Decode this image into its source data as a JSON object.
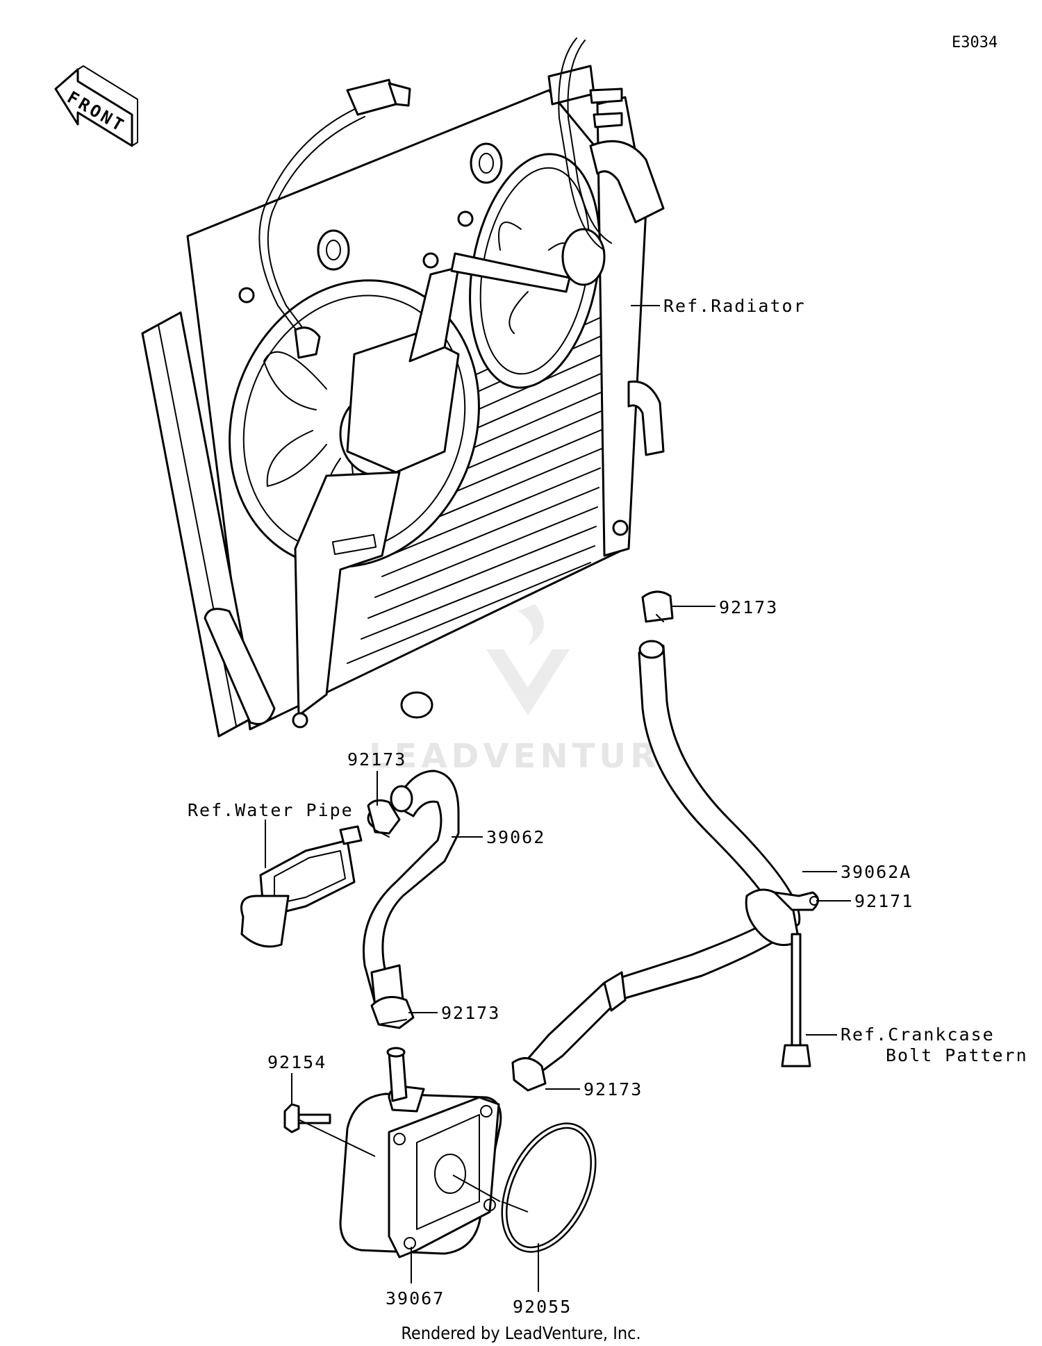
{
  "diagram_code": "E3034",
  "front_label": "FRONT",
  "footer": "Rendered by LeadVenture, Inc.",
  "watermark": "LEADVENTURE",
  "callouts": {
    "ref_radiator": "Ref.Radiator",
    "p92173_top": "92173",
    "p92173_left": "92173",
    "ref_water_pipe": "Ref.Water Pipe",
    "p39062": "39062",
    "p39062A": "39062A",
    "p92171": "92171",
    "p92173_mid": "92173",
    "ref_crankcase_line1": "Ref.Crankcase",
    "ref_crankcase_line2": "Bolt Pattern",
    "p92154": "92154",
    "p92173_low": "92173",
    "p39067": "39067",
    "p92055": "92055"
  }
}
